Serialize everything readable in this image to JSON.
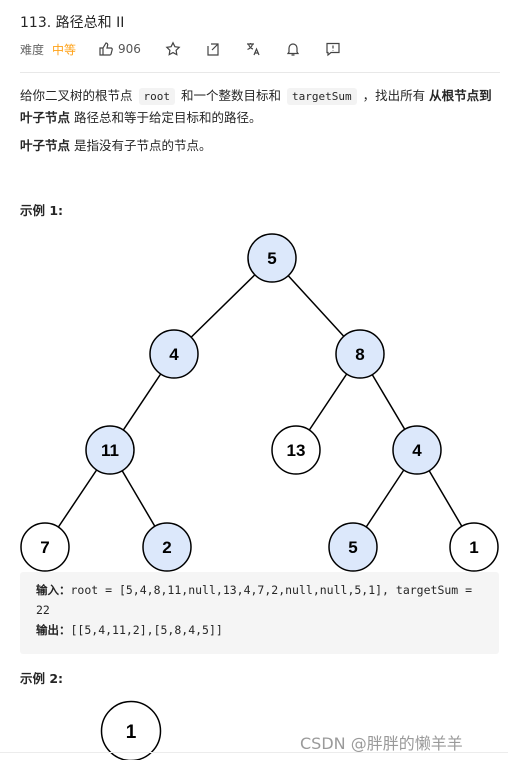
{
  "problem": {
    "title": "113. 路径总和 II",
    "difficulty_label": "难度",
    "difficulty": "中等",
    "likes": "906",
    "toolbar_icons": [
      "thumbs-up-icon",
      "star-icon",
      "share-icon",
      "translate-icon",
      "bell-icon",
      "feedback-icon"
    ]
  },
  "description": {
    "p1_a": "给你二叉树的根节点",
    "p1_code1": "root",
    "p1_b": "和一个整数目标和",
    "p1_code2": "targetSum",
    "p1_c": "，找出所有",
    "p1_bold": "从根节点到叶子节点",
    "p1_d": "路径总和等于给定目标和的路径。",
    "p2_bold": "叶子节点",
    "p2_rest": "是指没有子节点的节点。"
  },
  "example1": {
    "title": "示例 1:",
    "input_label": "输入：",
    "input_value": "root = [5,4,8,11,null,13,4,7,2,null,null,5,1], targetSum = 22",
    "output_label": "输出：",
    "output_value": "[[5,4,11,2],[5,8,4,5]]"
  },
  "tree1": {
    "nodes": [
      {
        "id": "n5",
        "label": "5",
        "highlight": true
      },
      {
        "id": "n4a",
        "label": "4",
        "highlight": true
      },
      {
        "id": "n8",
        "label": "8",
        "highlight": true
      },
      {
        "id": "n11",
        "label": "11",
        "highlight": true
      },
      {
        "id": "n13",
        "label": "13",
        "highlight": false
      },
      {
        "id": "n4b",
        "label": "4",
        "highlight": true
      },
      {
        "id": "n7",
        "label": "7",
        "highlight": false
      },
      {
        "id": "n2",
        "label": "2",
        "highlight": true
      },
      {
        "id": "n5b",
        "label": "5",
        "highlight": true
      },
      {
        "id": "n1",
        "label": "1",
        "highlight": false
      }
    ],
    "edges": [
      [
        "n5",
        "n4a"
      ],
      [
        "n5",
        "n8"
      ],
      [
        "n4a",
        "n11"
      ],
      [
        "n8",
        "n13"
      ],
      [
        "n8",
        "n4b"
      ],
      [
        "n11",
        "n7"
      ],
      [
        "n11",
        "n2"
      ],
      [
        "n4b",
        "n5b"
      ],
      [
        "n4b",
        "n1"
      ]
    ]
  },
  "example2": {
    "title": "示例 2:",
    "root_label": "1"
  },
  "colors": {
    "highlight_fill": "#dce8fb",
    "node_stroke": "#000000",
    "accent": "#ffa116"
  },
  "watermark": "CSDN @胖胖的懒羊羊"
}
